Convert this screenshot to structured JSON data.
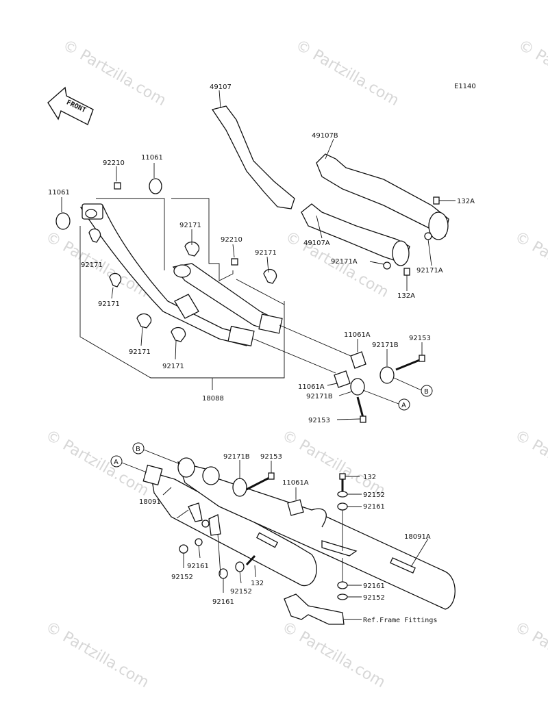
{
  "diagram_code": "E1140",
  "front_label": "FRONT",
  "watermark": "© Partzilla.com",
  "callouts": {
    "a": "A",
    "b": "B"
  },
  "labels": {
    "p49107": "49107",
    "p49107B": "49107B",
    "p49107A": "49107A",
    "p132A_top": "132A",
    "p132A_bottom": "132A",
    "p92171A_left": "92171A",
    "p92171A_right": "92171A",
    "p92210_left": "92210",
    "p92210_mid": "92210",
    "p11061_top": "11061",
    "p11061_left": "11061",
    "p92171_1": "92171",
    "p92171_2": "92171",
    "p92171_3": "92171",
    "p92171_4": "92171",
    "p92171_5": "92171",
    "p92171_6": "92171",
    "p11061A_1": "11061A",
    "p11061A_2": "11061A",
    "p11061A_3": "11061A",
    "p92171B_1": "92171B",
    "p92171B_2": "92171B",
    "p92171B_3": "92171B",
    "p92153_1": "92153",
    "p92153_2": "92153",
    "p92153_3": "92153",
    "p18088": "18088",
    "p18091": "18091",
    "p18091A": "18091A",
    "p132_1": "132",
    "p132_2": "132",
    "p92152_1": "92152",
    "p92152_2": "92152",
    "p92152_3": "92152",
    "p92152_4": "92152",
    "p92161_1": "92161",
    "p92161_2": "92161",
    "p92161_3": "92161",
    "p92161_4": "92161",
    "ref_frame": "Ref.Frame Fittings"
  }
}
